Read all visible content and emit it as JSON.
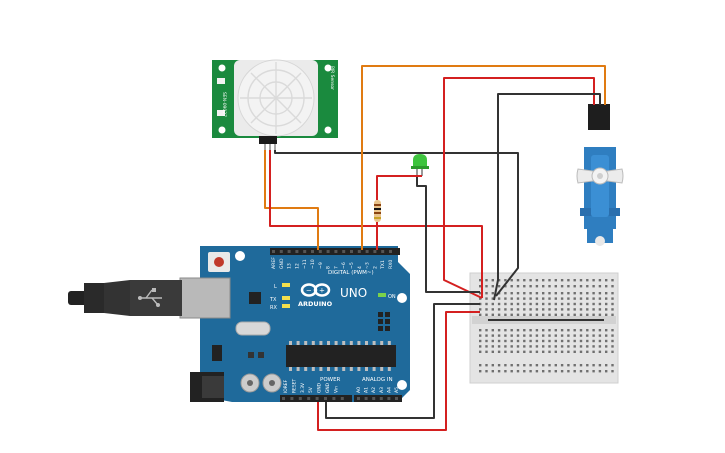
{
  "arduino": {
    "brand": "ARDUINO",
    "model": "UNO",
    "digital_label": "DIGITAL (PWM~)",
    "power_label": "POWER",
    "analog_label": "ANALOG IN",
    "on_label": "ON",
    "tx_label": "TX",
    "rx_label": "RX",
    "l_label": "L",
    "digital_pins": [
      "AREF",
      "GND",
      "13",
      "12",
      "~11",
      "~10",
      "~9",
      "8",
      "7",
      "~6",
      "~5",
      "4",
      "~3",
      "2",
      "TX1",
      "RX0"
    ],
    "power_pins": [
      "IOREF",
      "RESET",
      "3.3V",
      "5V",
      "GND",
      "GND",
      "Vin"
    ],
    "analog_pins": [
      "A0",
      "A1",
      "A2",
      "A3",
      "A4",
      "A5"
    ]
  },
  "pir": {
    "side_text_1": "PIR Sensor",
    "side_text_2": "SEN-09027"
  },
  "colors": {
    "board": "#1f6a9b",
    "pir_pcb": "#1a8a3e",
    "wire_orange": "#e07b12",
    "wire_red": "#d42020",
    "wire_black": "#333333",
    "servo_body": "#2f7ec0",
    "led": "#3ec43e",
    "breadboard": "#e6e6e6"
  },
  "icons": [
    "usb-cable-icon",
    "arduino-infinity-logo-icon",
    "servo-horn-icon"
  ]
}
